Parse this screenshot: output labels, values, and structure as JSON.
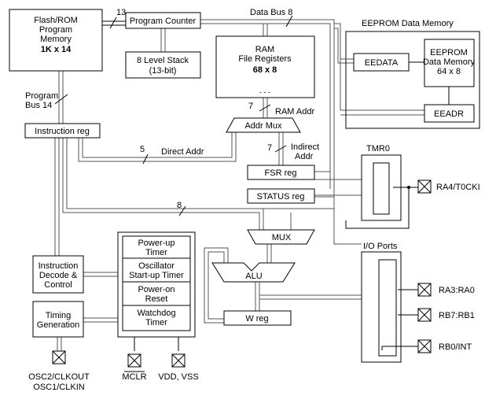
{
  "blocks": {
    "flash": {
      "line1": "Flash/ROM",
      "line2": "Program",
      "line3": "Memory",
      "size": "1K x 14"
    },
    "program_counter": "Program Counter",
    "stack": {
      "line1": "8 Level Stack",
      "line2": "(13-bit)"
    },
    "ram": {
      "line1": "RAM",
      "line2": "File Registers",
      "size": "68 x 8"
    },
    "eeprom_title": "EEPROM Data Memory",
    "eedata": "EEDATA",
    "eeprom_mem": {
      "line1": "EEPROM",
      "line2": "Data Memory",
      "line3": "64 x 8"
    },
    "eeadr": "EEADR",
    "instruction_reg": "Instruction reg",
    "addr_mux": "Addr Mux",
    "fsr_reg": "FSR reg",
    "status_reg": "STATUS reg",
    "tmr0": "TMR0",
    "mux": "MUX",
    "alu": "ALU",
    "w_reg": "W reg",
    "io_ports": "I/O Ports",
    "instruction_decode": {
      "line1": "Instruction",
      "line2": "Decode &",
      "line3": "Control"
    },
    "timing": {
      "line1": "Timing",
      "line2": "Generation"
    },
    "timers": [
      {
        "line1": "Power-up",
        "line2": "Timer"
      },
      {
        "line1": "Oscillator",
        "line2": "Start-up Timer"
      },
      {
        "line1": "Power-on",
        "line2": "Reset"
      },
      {
        "line1": "Watchdog",
        "line2": "Timer"
      }
    ]
  },
  "buses": {
    "pc_width": "13",
    "data_bus": "Data Bus 8",
    "program_bus": {
      "line1": "Program",
      "line2": "Bus 14"
    },
    "ram_addr_width": "7",
    "ram_addr": "RAM Addr",
    "direct_width": "5",
    "direct_addr": "Direct Addr",
    "indirect_width": "7",
    "indirect_addr": {
      "line1": "Indirect",
      "line2": "Addr"
    },
    "data8_width": "8",
    "ellipsis": "- - -"
  },
  "pins": {
    "ra4": "RA4/T0CKI",
    "ra3": "RA3:RA0",
    "rb7": "RB7:RB1",
    "rb0": "RB0/INT",
    "osc2": "OSC2/CLKOUT",
    "osc1": "OSC1/CLKIN",
    "mclr": "MCLR",
    "vdd": "VDD, VSS"
  }
}
